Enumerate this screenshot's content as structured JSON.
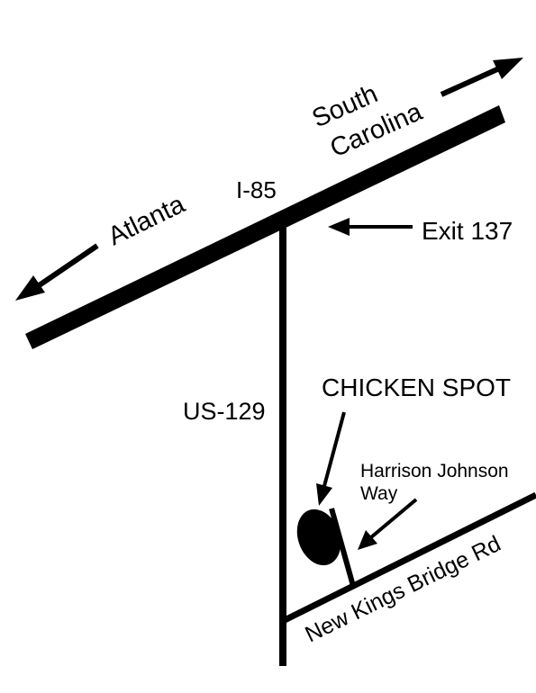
{
  "colors": {
    "ink": "#000000",
    "background": "#ffffff"
  },
  "roads": {
    "interstate": "I-85",
    "highway": "US-129",
    "bottom_road": "New Kings Bridge Rd",
    "side_road_line1": "Harrison Johnson",
    "side_road_line2": "Way"
  },
  "destinations": {
    "southwest": "Atlanta",
    "northeast_line1": "South",
    "northeast_line2": "Carolina"
  },
  "exit": {
    "label": "Exit 137"
  },
  "landmark": {
    "name": "CHICKEN SPOT",
    "marker_icon": "filled-oval-marker-icon"
  },
  "icons": {
    "arrow": "arrow-icon"
  }
}
